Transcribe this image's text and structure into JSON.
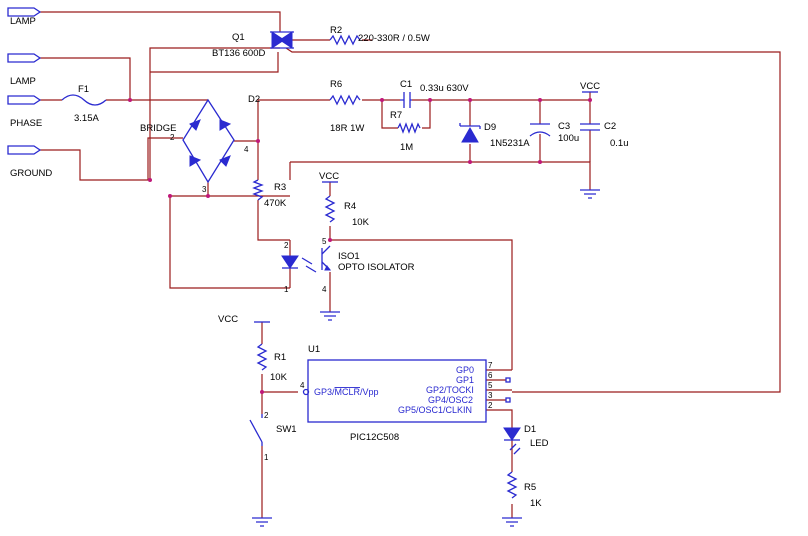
{
  "colors": {
    "wire": "#9b1c1c",
    "component": "#2a2ad0",
    "junction": "#c0187a",
    "text": "#000000"
  },
  "ports": {
    "lamp_top": "LAMP",
    "lamp_mid": "LAMP",
    "phase": "PHASE",
    "ground": "GROUND"
  },
  "fuse": {
    "ref": "F1",
    "value": "3.15A"
  },
  "triac": {
    "ref": "Q1",
    "value": "BT136 600D"
  },
  "r2": {
    "ref": "R2",
    "value": "220-330R / 0.5W"
  },
  "bridge": {
    "ref": "D2",
    "name": "BRIDGE",
    "pin2": "2",
    "pin3": "3",
    "pin4": "4"
  },
  "r6": {
    "ref": "R6",
    "value": "18R 1W"
  },
  "c1": {
    "ref": "C1",
    "value": "0.33u 630V"
  },
  "r7": {
    "ref": "R7",
    "value": "1M"
  },
  "d9": {
    "ref": "D9",
    "value": "1N5231A"
  },
  "c3": {
    "ref": "C3",
    "value": "100u"
  },
  "c2": {
    "ref": "C2",
    "value": "0.1u"
  },
  "vcc": {
    "top": "VCC",
    "r4": "VCC",
    "mcu": "VCC"
  },
  "r3": {
    "ref": "R3",
    "value": "470K"
  },
  "r4": {
    "ref": "R4",
    "value": "10K"
  },
  "iso": {
    "ref": "ISO1",
    "name": "OPTO ISOLATOR",
    "pin1": "1",
    "pin2": "2",
    "pin4": "4",
    "pin5": "5"
  },
  "r1": {
    "ref": "R1",
    "value": "10K"
  },
  "sw1": {
    "ref": "SW1",
    "pin1": "1",
    "pin2": "2"
  },
  "u1": {
    "ref": "U1",
    "part": "PIC12C508",
    "mclr": "GP3/MCLR/Vpp",
    "mclr_pin": "4",
    "gp0": "GP0",
    "gp1": "GP1",
    "gp2": "GP2/TOCKI",
    "gp4": "GP4/OSC2",
    "gp5": "GP5/OSC1/CLKIN",
    "pin7": "7",
    "pin6": "6",
    "pin5": "5",
    "pin3": "3",
    "pin2": "2"
  },
  "d1": {
    "ref": "D1",
    "value": "LED"
  },
  "r5": {
    "ref": "R5",
    "value": "1K"
  }
}
